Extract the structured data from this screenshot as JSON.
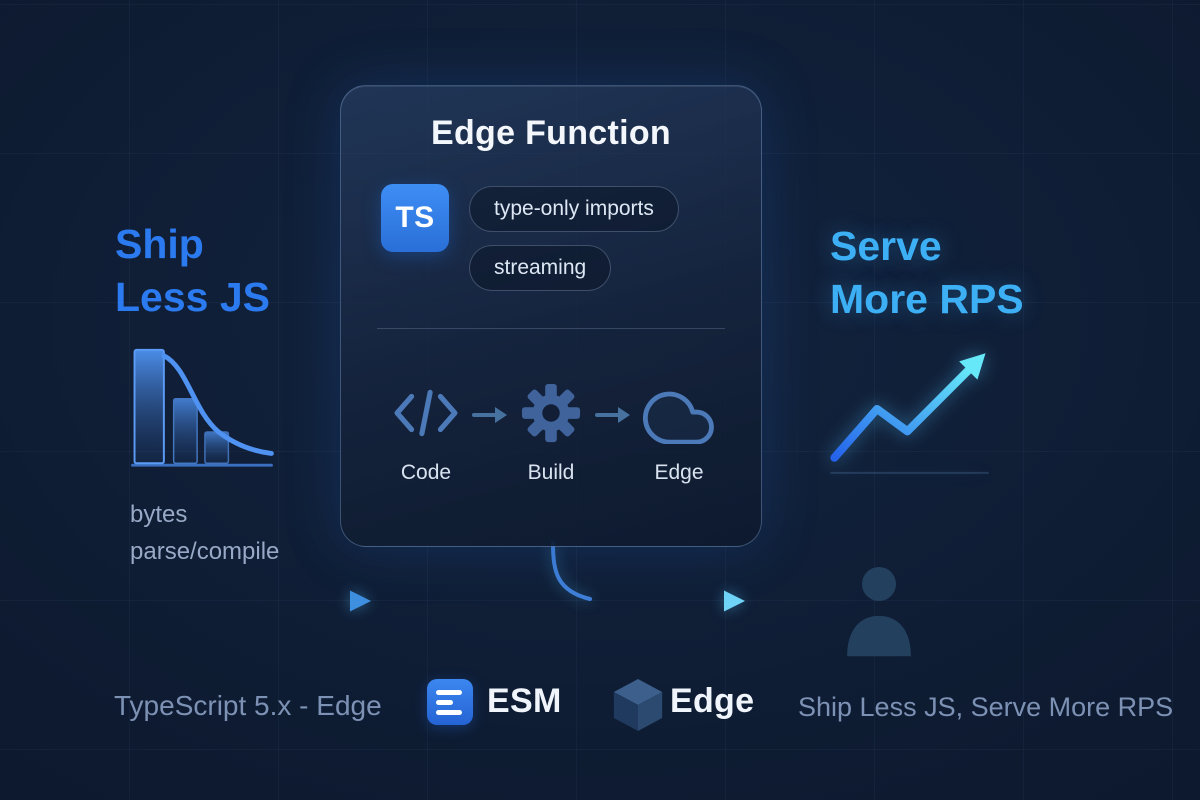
{
  "colors": {
    "background": "#0d1a30",
    "accent_blue": "#2b7af0",
    "accent_cyan": "#45b9f6",
    "ts_blue": "#2f7de8",
    "text_light": "#f2f6fc",
    "text_muted": "#7c91b4"
  },
  "card": {
    "title": "Edge Function",
    "ts_logo_text": "TS",
    "badges": [
      "type-only imports",
      "streaming"
    ],
    "pipeline": [
      {
        "icon": "code-icon",
        "label": "Code"
      },
      {
        "icon": "gear-icon",
        "label": "Build"
      },
      {
        "icon": "cloud-icon",
        "label": "Edge"
      }
    ]
  },
  "left_panel": {
    "heading_line1": "Ship",
    "heading_line2": "Less JS",
    "caption_line1": "bytes",
    "caption_line2": "parse/compile"
  },
  "right_panel": {
    "heading_line1": "Serve",
    "heading_line2": "More RPS"
  },
  "footer": {
    "typescript_label": "TypeScript 5.x - Edge",
    "esm_label": "ESM",
    "edge_label": "Edge",
    "tagline": "Ship Less JS, Serve More RPS"
  },
  "icons": [
    "ts-logo",
    "code-icon",
    "gear-icon",
    "cloud-icon",
    "arrow-right-icon",
    "bar-chart-declining-icon",
    "line-chart-rising-icon",
    "flow-line",
    "person-icon",
    "esm-badge-icon",
    "edge-cube-icon"
  ]
}
